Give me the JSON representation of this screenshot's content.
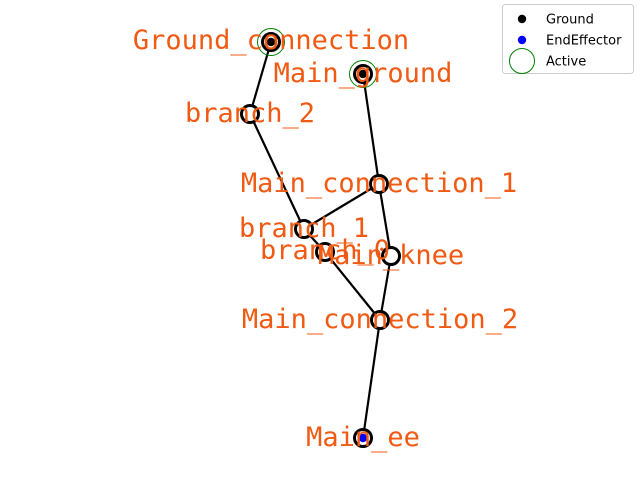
{
  "diagram": {
    "nodes": [
      {
        "id": "ground_connection",
        "label": "Ground_connection",
        "ground": true,
        "active": true,
        "end_effector": false
      },
      {
        "id": "main_ground",
        "label": "Main_ground",
        "ground": true,
        "active": true,
        "end_effector": false
      },
      {
        "id": "branch_2",
        "label": "branch_2",
        "ground": false,
        "active": false,
        "end_effector": false
      },
      {
        "id": "main_connection_1",
        "label": "Main_connection_1",
        "ground": false,
        "active": false,
        "end_effector": false
      },
      {
        "id": "branch_1",
        "label": "branch_1",
        "ground": false,
        "active": false,
        "end_effector": false
      },
      {
        "id": "branch_0",
        "label": "branch_0",
        "ground": false,
        "active": false,
        "end_effector": false
      },
      {
        "id": "main_knee",
        "label": "Main_knee",
        "ground": false,
        "active": false,
        "end_effector": false
      },
      {
        "id": "main_connection_2",
        "label": "Main_connection_2",
        "ground": false,
        "active": false,
        "end_effector": false
      },
      {
        "id": "main_ee",
        "label": "Main_ee",
        "ground": false,
        "active": false,
        "end_effector": true
      }
    ],
    "edges": [
      [
        "ground_connection",
        "branch_2"
      ],
      [
        "branch_2",
        "branch_1"
      ],
      [
        "branch_1",
        "branch_0"
      ],
      [
        "branch_1",
        "main_connection_1"
      ],
      [
        "branch_0",
        "main_connection_2"
      ],
      [
        "main_ground",
        "main_connection_1"
      ],
      [
        "main_connection_1",
        "main_knee"
      ],
      [
        "main_knee",
        "main_connection_2"
      ],
      [
        "main_connection_2",
        "main_ee"
      ]
    ],
    "colors": {
      "label": "#f05a12",
      "edge": "#000000",
      "ground": "#000000",
      "end_effector": "#0000ff",
      "active": "#008000"
    }
  },
  "legend": {
    "items": [
      {
        "label": "Ground",
        "marker": "filled-dot",
        "color": "#000000"
      },
      {
        "label": "EndEffector",
        "marker": "filled-dot",
        "color": "#0000ff"
      },
      {
        "label": "Active",
        "marker": "open-circle",
        "color": "#008000"
      }
    ]
  }
}
